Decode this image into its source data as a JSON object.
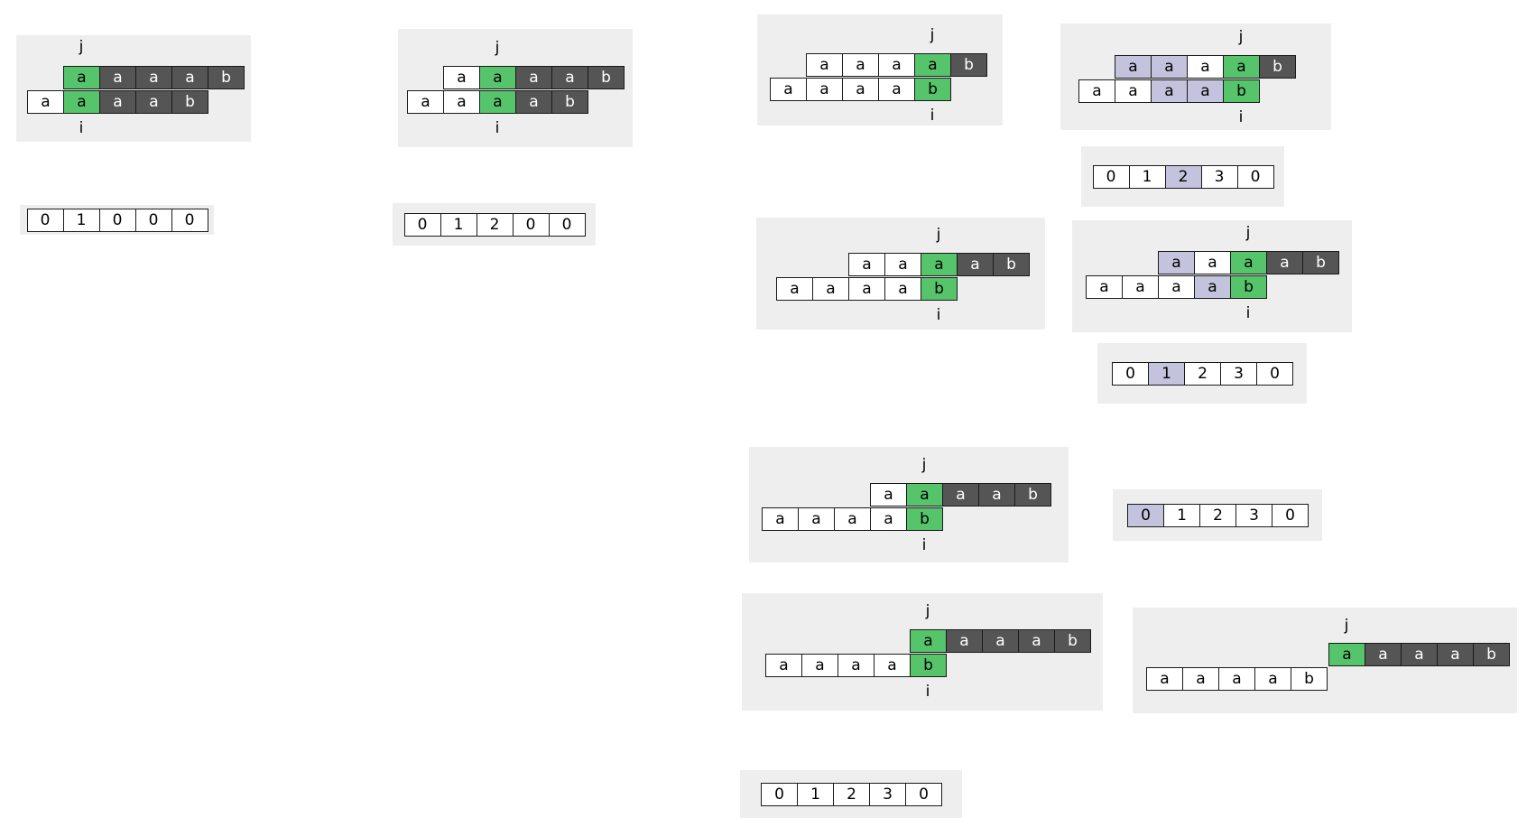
{
  "labels": {
    "j": "j",
    "i": "i"
  },
  "colors": {
    "white": "#ffffff",
    "match": "#56c46b",
    "dark": "#555555",
    "highlight": "#c3c3dd",
    "panel": "#eeeeee"
  },
  "figures": [
    {
      "top": [
        [
          "a",
          "g"
        ],
        [
          "a",
          "d"
        ],
        [
          "a",
          "d"
        ],
        [
          "a",
          "d"
        ],
        [
          "b",
          "d"
        ]
      ],
      "bottom": [
        [
          "a",
          "w"
        ],
        [
          "a",
          "g"
        ],
        [
          "a",
          "d"
        ],
        [
          "a",
          "d"
        ],
        [
          "b",
          "d"
        ]
      ]
    },
    {
      "top": [
        [
          "a",
          "w"
        ],
        [
          "a",
          "g"
        ],
        [
          "a",
          "d"
        ],
        [
          "a",
          "d"
        ],
        [
          "b",
          "d"
        ]
      ],
      "bottom": [
        [
          "a",
          "w"
        ],
        [
          "a",
          "w"
        ],
        [
          "a",
          "g"
        ],
        [
          "a",
          "d"
        ],
        [
          "b",
          "d"
        ]
      ]
    },
    {
      "top": [
        [
          "a",
          "w"
        ],
        [
          "a",
          "w"
        ],
        [
          "a",
          "w"
        ],
        [
          "a",
          "g"
        ],
        [
          "b",
          "d"
        ]
      ],
      "bottom": [
        [
          "a",
          "w"
        ],
        [
          "a",
          "w"
        ],
        [
          "a",
          "w"
        ],
        [
          "a",
          "w"
        ],
        [
          "b",
          "g"
        ]
      ]
    },
    {
      "top": [
        [
          "a",
          "p"
        ],
        [
          "a",
          "p"
        ],
        [
          "a",
          "w"
        ],
        [
          "a",
          "g"
        ],
        [
          "b",
          "d"
        ]
      ],
      "bottom": [
        [
          "a",
          "w"
        ],
        [
          "a",
          "w"
        ],
        [
          "a",
          "p"
        ],
        [
          "a",
          "p"
        ],
        [
          "b",
          "g"
        ]
      ]
    },
    {
      "top": [
        [
          "a",
          "w"
        ],
        [
          "a",
          "w"
        ],
        [
          "a",
          "g"
        ],
        [
          "a",
          "d"
        ],
        [
          "b",
          "d"
        ]
      ],
      "bottom": [
        [
          "a",
          "w"
        ],
        [
          "a",
          "w"
        ],
        [
          "a",
          "w"
        ],
        [
          "a",
          "w"
        ],
        [
          "b",
          "g"
        ]
      ]
    },
    {
      "top": [
        [
          "a",
          "p"
        ],
        [
          "a",
          "w"
        ],
        [
          "a",
          "g"
        ],
        [
          "a",
          "d"
        ],
        [
          "b",
          "d"
        ]
      ],
      "bottom": [
        [
          "a",
          "w"
        ],
        [
          "a",
          "w"
        ],
        [
          "a",
          "w"
        ],
        [
          "a",
          "p"
        ],
        [
          "b",
          "g"
        ]
      ]
    },
    {
      "top": [
        [
          "a",
          "w"
        ],
        [
          "a",
          "g"
        ],
        [
          "a",
          "d"
        ],
        [
          "a",
          "d"
        ],
        [
          "b",
          "d"
        ]
      ],
      "bottom": [
        [
          "a",
          "w"
        ],
        [
          "a",
          "w"
        ],
        [
          "a",
          "w"
        ],
        [
          "a",
          "w"
        ],
        [
          "b",
          "g"
        ]
      ]
    },
    {
      "top": [
        [
          "a",
          "g"
        ],
        [
          "a",
          "d"
        ],
        [
          "a",
          "d"
        ],
        [
          "a",
          "d"
        ],
        [
          "b",
          "d"
        ]
      ],
      "bottom": [
        [
          "a",
          "w"
        ],
        [
          "a",
          "w"
        ],
        [
          "a",
          "w"
        ],
        [
          "a",
          "w"
        ],
        [
          "b",
          "g"
        ]
      ]
    },
    {
      "top": [
        [
          "a",
          "g"
        ],
        [
          "a",
          "d"
        ],
        [
          "a",
          "d"
        ],
        [
          "a",
          "d"
        ],
        [
          "b",
          "d"
        ]
      ],
      "bottom": [
        [
          "a",
          "w"
        ],
        [
          "a",
          "w"
        ],
        [
          "a",
          "w"
        ],
        [
          "a",
          "w"
        ],
        [
          "b",
          "w"
        ]
      ]
    }
  ],
  "next_arrays": [
    {
      "cells": [
        [
          "0",
          "w"
        ],
        [
          "1",
          "w"
        ],
        [
          "0",
          "w"
        ],
        [
          "0",
          "w"
        ],
        [
          "0",
          "w"
        ]
      ]
    },
    {
      "cells": [
        [
          "0",
          "w"
        ],
        [
          "1",
          "w"
        ],
        [
          "2",
          "w"
        ],
        [
          "0",
          "w"
        ],
        [
          "0",
          "w"
        ]
      ]
    },
    {
      "cells": [
        [
          "0",
          "w"
        ],
        [
          "1",
          "w"
        ],
        [
          "2",
          "p"
        ],
        [
          "3",
          "w"
        ],
        [
          "0",
          "w"
        ]
      ]
    },
    {
      "cells": [
        [
          "0",
          "w"
        ],
        [
          "1",
          "p"
        ],
        [
          "2",
          "w"
        ],
        [
          "3",
          "w"
        ],
        [
          "0",
          "w"
        ]
      ]
    },
    {
      "cells": [
        [
          "0",
          "p"
        ],
        [
          "1",
          "w"
        ],
        [
          "2",
          "w"
        ],
        [
          "3",
          "w"
        ],
        [
          "0",
          "w"
        ]
      ]
    },
    {
      "cells": [
        [
          "0",
          "w"
        ],
        [
          "1",
          "w"
        ],
        [
          "2",
          "w"
        ],
        [
          "3",
          "w"
        ],
        [
          "0",
          "w"
        ]
      ]
    }
  ]
}
